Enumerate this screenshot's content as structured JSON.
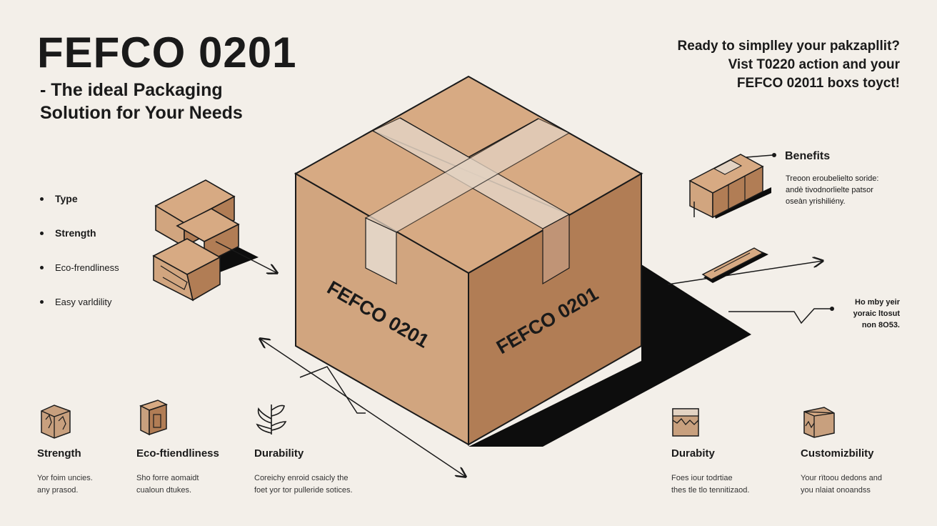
{
  "header": {
    "title": "FEFCO 0201",
    "subtitle_line1": "- The ideal Packaging",
    "subtitle_line2": "Solution for Your Needs"
  },
  "cta": {
    "line1": "Ready to simplley your pakzapllit?",
    "line2": "Vist T0220 action and your",
    "line3": "FEFCO 02011 boxs toyct!"
  },
  "bullets": [
    "Type",
    "Strength",
    "Eco-frendliness",
    "Easy varldility"
  ],
  "box": {
    "label_left": "FEFCO 0201",
    "label_right": "FEFCO 0201"
  },
  "benefits": {
    "title": "Benefits",
    "line1": "Treoon eroubelielto soride:",
    "line2": "andè tivodnorlielte patsor",
    "line3": "oseàn yrishiliény."
  },
  "note": {
    "line1": "Ho mby yeir",
    "line2": "yoraic ltosut",
    "line3": "non 8O53."
  },
  "features": [
    {
      "icon": "crumpled-box-icon",
      "title": "Strength",
      "desc1": "Yor foim uncies.",
      "desc2": "any prasod."
    },
    {
      "icon": "box-icon",
      "title": "Eco-ftiendliness",
      "desc1": "Sho forre aomaidt",
      "desc2": "cualoun dtukes."
    },
    {
      "icon": "leaf-icon",
      "title": "Durability",
      "desc1": "Coreichy enroid csaicly the",
      "desc2": "foet yor tor pulleride sotices."
    },
    {
      "icon": "torn-box-icon",
      "title": "Durabity",
      "desc1": "Foes iour todrtiae",
      "desc2": "thes tle tlo tennitizaod."
    },
    {
      "icon": "open-box-icon",
      "title": "Customizbility",
      "desc1": "Your rïtoou dedons and",
      "desc2": "you nlaiat onoandss"
    }
  ],
  "colors": {
    "background": "#f3efe9",
    "cardboard_top": "#d7aa83",
    "cardboard_left": "#d1a57f",
    "cardboard_right": "#b17d55",
    "tape": "#e3d3c3",
    "ink": "#1a1a1a"
  }
}
